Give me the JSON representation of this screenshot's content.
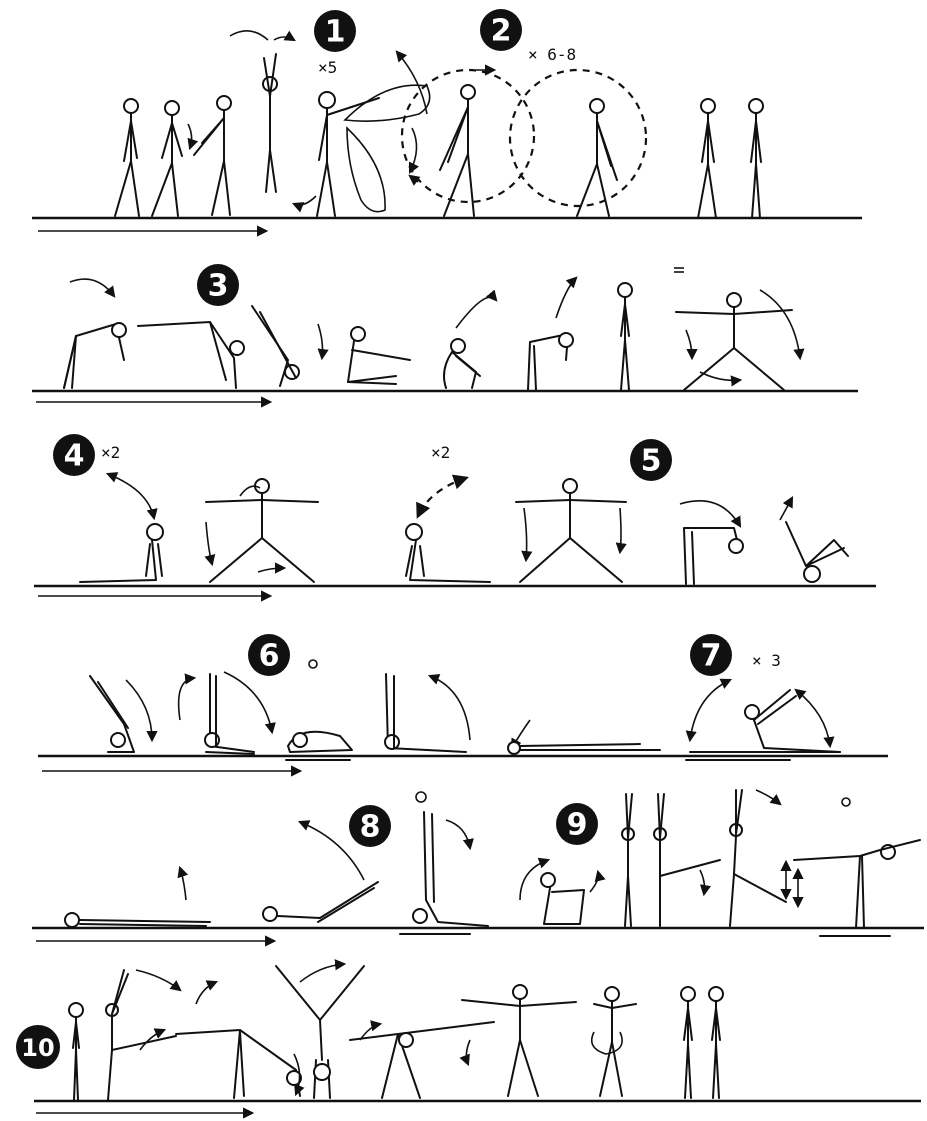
{
  "rows": [
    {
      "number": "1",
      "reps": "×5"
    },
    {
      "number": "2",
      "reps": "× 6-8"
    },
    {
      "number": "3",
      "reps": ""
    },
    {
      "number": "4",
      "reps": "×2"
    },
    {
      "number": "5",
      "reps": "×2"
    },
    {
      "number": "6",
      "reps": ""
    },
    {
      "number": "7",
      "reps": "× 3"
    },
    {
      "number": "8",
      "reps": ""
    },
    {
      "number": "9",
      "reps": ""
    },
    {
      "number": "10",
      "reps": ""
    }
  ]
}
